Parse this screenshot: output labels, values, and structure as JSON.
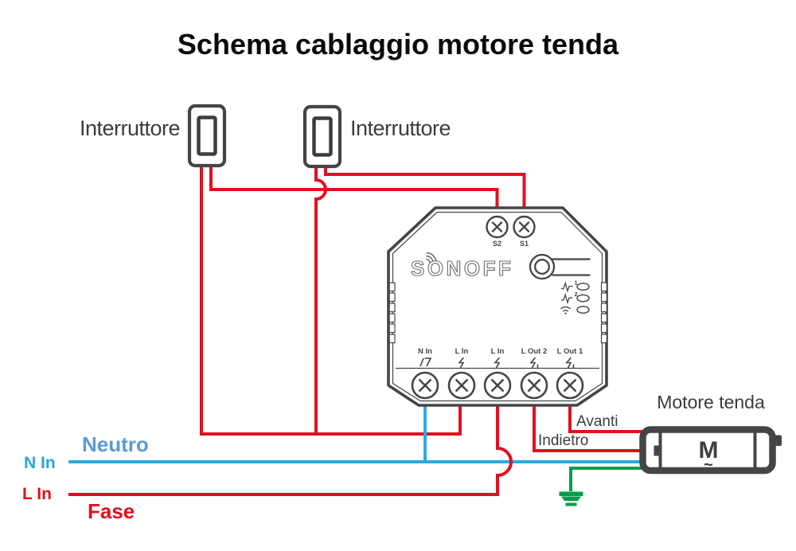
{
  "title": "Schema cablaggio motore tenda",
  "switches": {
    "left": "Interruttore",
    "right": "Interruttore"
  },
  "device": {
    "brand": "SONOFF",
    "top_terminals": [
      "S2",
      "S1"
    ],
    "bottom_terminals": [
      "N In",
      "L In",
      "L In",
      "L Out 2",
      "L Out 1"
    ],
    "led_labels": [
      "1",
      "2"
    ]
  },
  "motor": {
    "label": "Motore tenda",
    "letter": "M",
    "ac_symbol": "~"
  },
  "wire_labels": {
    "avanti": "Avanti",
    "indietro": "Indietro",
    "neutro": "Neutro",
    "fase": "Fase",
    "n_in": "N In",
    "l_in": "L In"
  },
  "colors": {
    "red": "#e0101f",
    "blue": "#29aae1",
    "green": "#009e49",
    "dark": "#454547",
    "neutro_text": "#5b9bd5"
  }
}
